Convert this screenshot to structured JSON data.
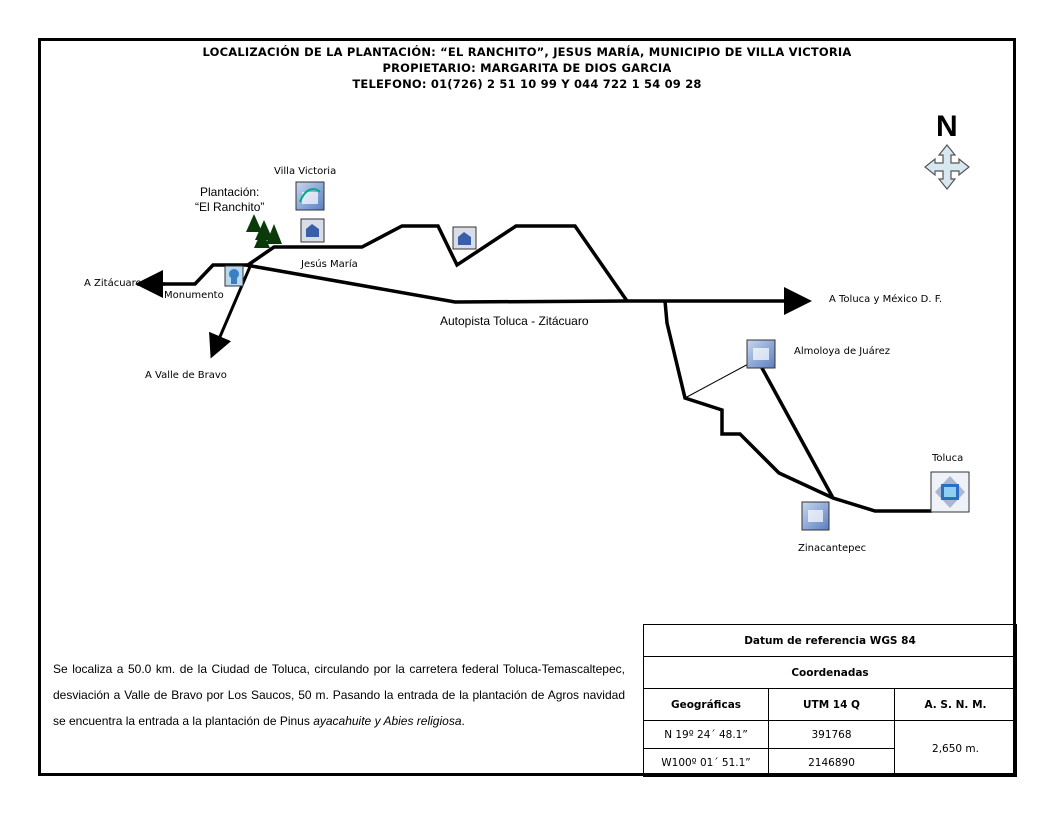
{
  "header": {
    "line1": "LOCALIZACIÓN  DE LA PLANTACIÓN: “EL RANCHITO”, JESUS MARÍA, MUNICIPIO DE VILLA VICTORIA",
    "line2": "PROPIETARIO: MARGARITA DE DIOS GARCIA",
    "line3": "TELEFONO: 01(726) 2 51 10 99 Y  044 722 1 54 09 28"
  },
  "north": "N",
  "places": {
    "villa_victoria": "Villa Victoria",
    "plantacion_1": "Plantación:",
    "plantacion_2": "“El Ranchito”",
    "jesus_maria": "Jesús María",
    "a_zitacuaro": "A Zitácuaro",
    "monumento": "Monumento",
    "a_valle_de_bravo": "A Valle de Bravo",
    "autopista": "Autopista Toluca - Zitácuaro",
    "a_toluca_mexico": "A Toluca y México D. F.",
    "almoloya": "Almoloya de Juárez",
    "toluca": "Toluca",
    "zinacantepec": "Zinacantepec"
  },
  "description": {
    "text": "Se localiza a 50.0 km. de la Ciudad de Toluca, circulando por la carretera federal Toluca-Temascaltepec, desviación a Valle de Bravo por Los Saucos, 50 m. Pasando la entrada de la plantación de Agros navidad se encuentra la entrada a la plantación de Pinus ",
    "italic": "ayacahuite y Abies religiosa",
    "end": "."
  },
  "table": {
    "title": "Datum de referencia WGS 84",
    "subtitle": "Coordenadas",
    "headers": [
      "Geográficas",
      "UTM 14 Q",
      "A. S. N. M."
    ],
    "rows": [
      [
        "N 19º 24´ 48.1”",
        "391768"
      ],
      [
        "W100º 01´ 51.1”",
        "2146890"
      ]
    ],
    "altitude": "2,650 m."
  },
  "icons": [
    "town-icon",
    "church-icon",
    "monument-icon",
    "pine-trees-icon",
    "north-arrow-icon",
    "city-icon"
  ]
}
